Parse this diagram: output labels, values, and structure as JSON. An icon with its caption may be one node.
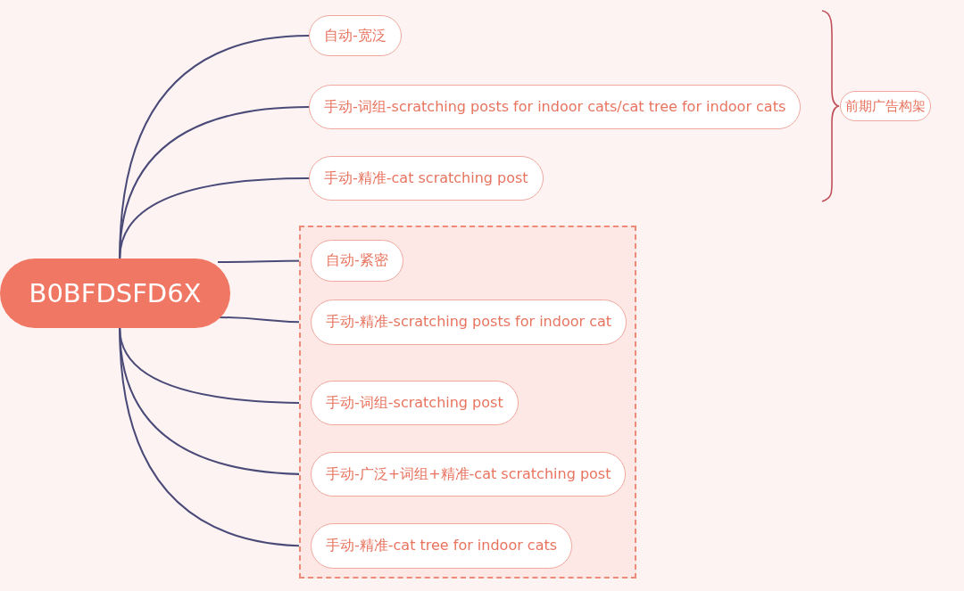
{
  "diagram": {
    "nodes": [
      {
        "text": [
          "B0BFDSFD6X"
        ]
      },
      {
        "text": [
          "自动-宽泛"
        ]
      },
      {
        "text": [
          "手动-词组-scratching posts for indoor cats/cat tree for indoor cats"
        ]
      },
      {
        "text": [
          "手动-精准-cat scratching post"
        ]
      },
      {
        "text": [],
        "shape": "box"
      },
      {
        "text": [
          "自动-紧密"
        ],
        "in": 4
      },
      {
        "text": [
          "手动-精准-scratching posts for indoor cat"
        ],
        "in": 4
      },
      {
        "text": [
          "手动-词组-scratching post"
        ],
        "in": 4
      },
      {
        "text": [
          "手动-广泛+词组+精准-cat scratching post"
        ],
        "in": 4
      },
      {
        "text": [
          "手动-精准-cat tree for indoor cats"
        ],
        "in": 4
      },
      {
        "text": [
          "前期广告构架"
        ]
      }
    ],
    "edges": [
      {
        "from": 0,
        "to": 1,
        "arrow": "none"
      },
      {
        "from": 0,
        "to": 2,
        "arrow": "none"
      },
      {
        "from": 0,
        "to": 3,
        "arrow": "none"
      },
      {
        "from": 0,
        "to": 5,
        "arrow": "none"
      },
      {
        "from": 0,
        "to": 6,
        "arrow": "none"
      },
      {
        "from": 0,
        "to": 7,
        "arrow": "none"
      },
      {
        "from": 0,
        "to": 8,
        "arrow": "none"
      },
      {
        "from": 0,
        "to": 9,
        "arrow": "none"
      }
    ]
  }
}
